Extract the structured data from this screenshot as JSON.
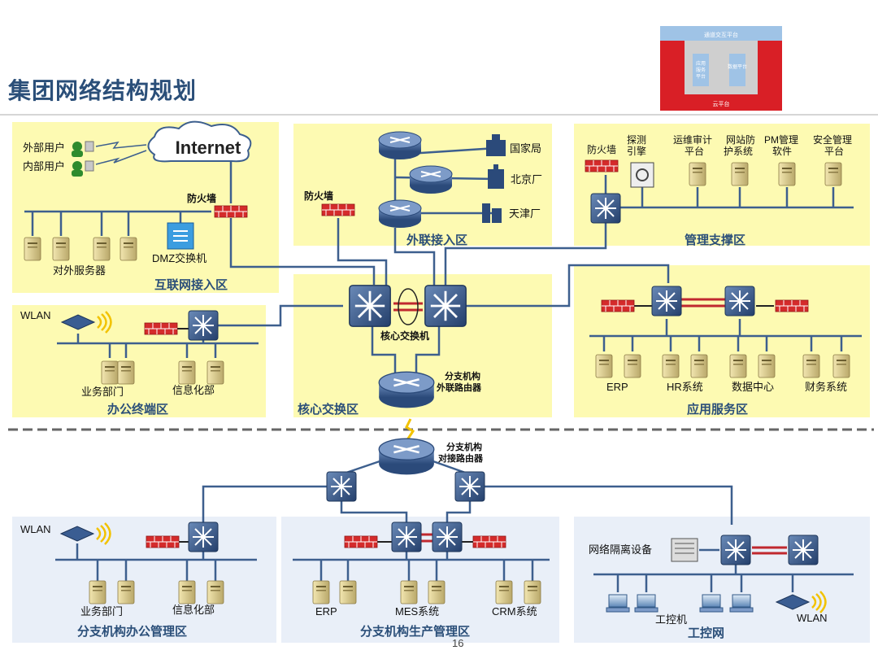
{
  "page": {
    "title": "集团网络结构规划",
    "page_number": "16"
  },
  "thumbnail": {
    "top_label": "通道交互平台",
    "left_label": "应用\n服务\n平台",
    "right_label": "数据平台",
    "bottom_label": "云平台"
  },
  "zones": {
    "internet": "互联网接入区",
    "external": "外联接入区",
    "management": "管理支撑区",
    "office": "办公终端区",
    "core": "核心交换区",
    "app": "应用服务区",
    "branch_office": "分支机构办公管理区",
    "branch_production": "分支机构生产管理区",
    "industrial": "工控网"
  },
  "labels": {
    "internet_cloud": "Internet",
    "external_user": "外部用户",
    "internal_user": "内部用户",
    "firewall": "防火墙",
    "servers_external": "对外服务器",
    "dmz_switch": "DMZ交换机",
    "guojiaju": "国家局",
    "beijing": "北京厂",
    "tianjin": "天津厂",
    "probe": "探测\n引擎",
    "ops_audit": "运维审计\n平台",
    "web_protect": "网站防\n护系统",
    "pm_software": "PM管理\n软件",
    "security_platform": "安全管理\n平台",
    "wlan": "WLAN",
    "business_dept": "业务部门",
    "it_dept": "信息化部",
    "core_switch": "核心交换机",
    "branch_ext_router": "分支机构\n外联路由器",
    "erp": "ERP",
    "hr": "HR系统",
    "data_center": "数据中心",
    "finance": "财务系统",
    "branch_router": "分支机构\n对接路由器",
    "mes": "MES系统",
    "crm": "CRM系统",
    "isolation": "网络隔离设备",
    "ipc": "工控机"
  },
  "colors": {
    "zone_yellow": "#fdfab2",
    "zone_blue": "#e9eff8",
    "line": "#3d5f8e",
    "title": "#2b4f79",
    "firewall": "#d42b2b"
  }
}
